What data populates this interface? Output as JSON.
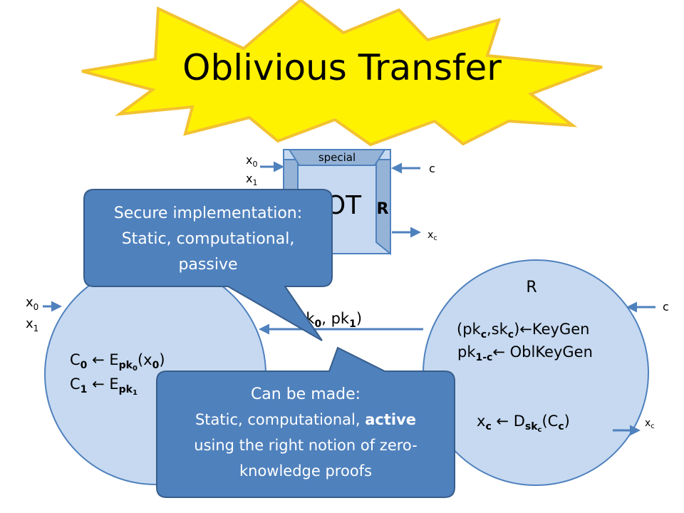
{
  "slide": {
    "title": "Oblivious Transfer"
  },
  "ideal": {
    "label_special": "special",
    "label_ot": "OT",
    "label_r": "R",
    "in_x0": "x",
    "in_x0_sub": "0",
    "in_x1": "x",
    "in_x1_sub": "1",
    "in_c": "c",
    "out_x": "x",
    "out_x_sub": "c"
  },
  "sender": {
    "in_x0": "x",
    "in_x0_sub": "0",
    "in_x1": "x",
    "in_x1_sub": "1",
    "line1_c": "C",
    "line1_idx": "0",
    "line1_arrow": " ← E",
    "line1_pk": "pk",
    "line1_pk_idx": "0",
    "line1_arg_open": "(x",
    "line1_arg_idx": "0",
    "line1_arg_close": ")",
    "line2_c": "C",
    "line2_idx": "1",
    "line2_arrow": " ← E",
    "line2_pk": "pk",
    "line2_pk_idx": "1"
  },
  "message": {
    "pk_text": "pk",
    "pk_sub0": "0",
    "pk_mid": ", pk",
    "pk_sub1": "1",
    "pk_close": ")"
  },
  "receiver": {
    "label": "R",
    "in_c": "c",
    "keygen_open": "(pk",
    "keygen_sub1": "c",
    "keygen_mid": ",sk",
    "keygen_sub2": "c",
    "keygen_close": ")",
    "keygen_arrow": "←",
    "keygen_name": "KeyGen",
    "obl_pk": "pk",
    "obl_sub": "1-c",
    "obl_arrow": "← ",
    "obl_name": "OblKeyGen",
    "dec_x": "x",
    "dec_x_sub": "c",
    "dec_arrow": " ← D",
    "dec_sk": "sk",
    "dec_sk_sub": "c",
    "dec_open": "(C",
    "dec_c_sub": "c",
    "dec_close": ")",
    "out_x": "x",
    "out_x_sub": "c"
  },
  "callouts": {
    "secure": {
      "line1": "Secure implementation:",
      "line2": "Static, computational,",
      "line3": "passive"
    },
    "active": {
      "line1": "Can be made:",
      "line2_pre": "Static, computational, ",
      "line2_bold": "active",
      "line3": "using the right notion of zero-",
      "line4": "knowledge proofs"
    }
  },
  "colors": {
    "burst_fill": "#FFF200",
    "burst_stroke": "#F2C230",
    "node_fill": "#C6D9F1",
    "node_stroke": "#4F81BD",
    "callout_fill": "#4F81BD",
    "callout_stroke": "#385D8A",
    "arrow": "#4F81BD",
    "text": "#000000"
  }
}
